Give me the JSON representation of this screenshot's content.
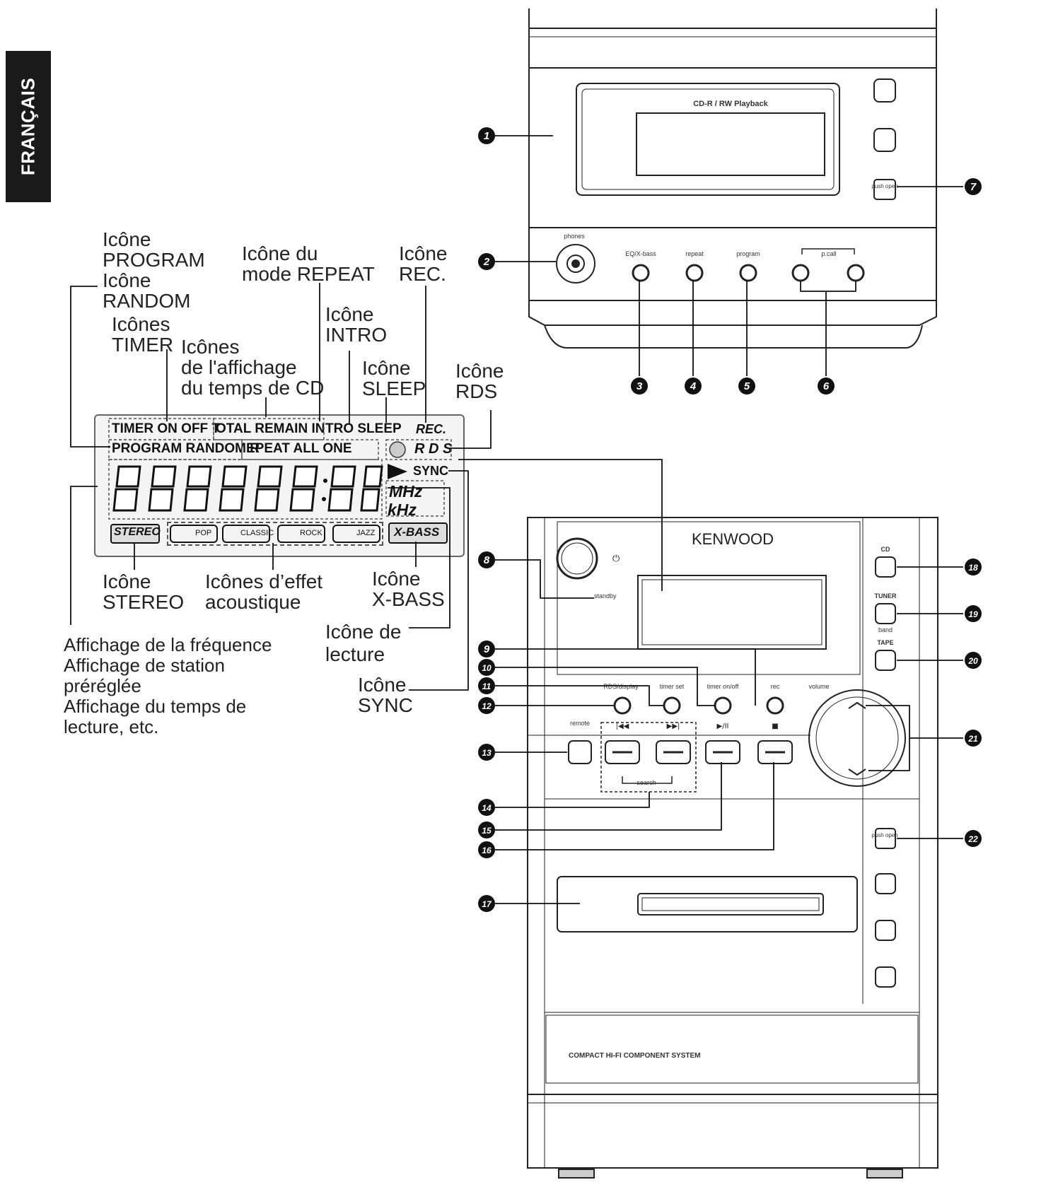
{
  "language_tab": "FRANÇAIS",
  "labels": {
    "program": "Icône\nPROGRAM",
    "random": "Icône\nRANDOM",
    "timer": "Icônes\nTIMER",
    "cd_time": "Icônes\nde l'affichage\ndu temps de CD",
    "repeat": "Icône du\nmode REPEAT",
    "intro": "Icône\nINTRO",
    "sleep": "Icône\nSLEEP",
    "rec": "Icône\nREC.",
    "rds": "Icône\nRDS",
    "stereo": "Icône\nSTEREO",
    "sound_effects": "Icônes d’effet\nacoustique",
    "xbass": "Icône\nX-BASS",
    "play": "Icône de\nlecture",
    "sync": "Icône\nSYNC",
    "frequency": "Affichage de la fréquence\nAffichage de station\npréréglée\nAffichage du temps de\nlecture, etc."
  },
  "display": {
    "row1_timer": "TIMER ON OFF T",
    "row1_cd": "OTAL REMAIN IN",
    "row1_intro": "TRO SLEEP",
    "row1_rec": "REC.",
    "row2_program": "PROGRAM RANDOM R",
    "row2_repeat": "EPEAT ALL ONE",
    "rds": "R D S",
    "sync": "SYNC",
    "mhz": "MHz",
    "khz": "kHz",
    "stereo": "STEREO",
    "pop": "POP",
    "classic": "CLASSIC",
    "rock": "ROCK",
    "jazz": "JAZZ",
    "xbass": "X-BASS"
  },
  "top_unit": {
    "window_title": "CD-R / RW Playback",
    "phones": "phones",
    "eq": "EQ/X-bass",
    "repeat": "repeat",
    "program": "program",
    "pcall": "p.call",
    "push_open": "push\nopen"
  },
  "main_unit": {
    "brand": "KENWOOD",
    "standby": "standby",
    "cd": "CD",
    "tuner": "TUNER",
    "band": "band",
    "tape": "TAPE",
    "rds_display": "RDS/display",
    "timer_set": "timer set",
    "timer_onoff": "timer on/off",
    "rec": "rec",
    "volume": "volume",
    "remote": "remote",
    "search": "search",
    "push_open": "push\nopen",
    "footer": "COMPACT HI-FI COMPONENT SYSTEM"
  },
  "callouts": [
    "1",
    "2",
    "3",
    "4",
    "5",
    "6",
    "7",
    "8",
    "9",
    "10",
    "11",
    "12",
    "13",
    "14",
    "15",
    "16",
    "17",
    "18",
    "19",
    "20",
    "21",
    "22"
  ]
}
